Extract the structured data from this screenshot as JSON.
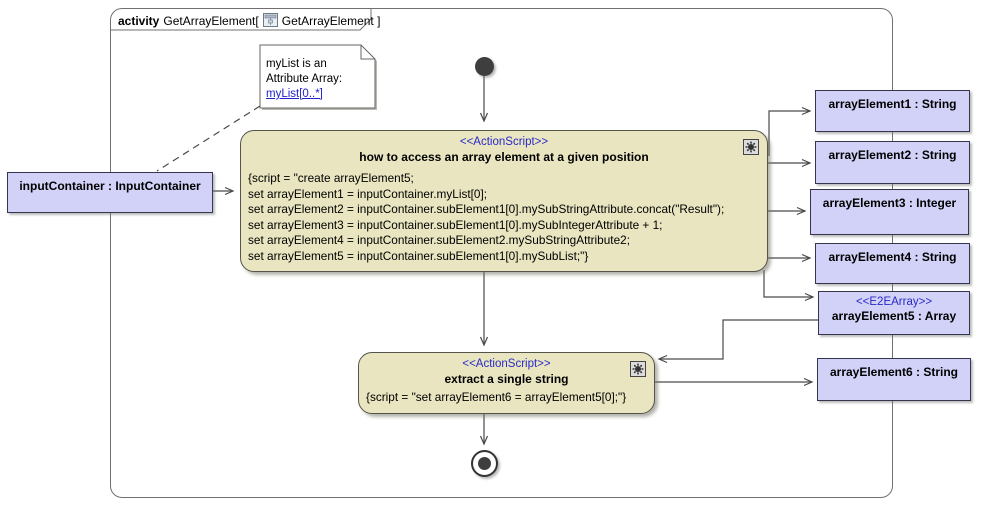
{
  "frame": {
    "keyword": "activity",
    "name_part": "GetArrayElement[",
    "diagram_part": "GetArrayElement ]"
  },
  "note": {
    "line1": "myList is an",
    "line2": "Attribute Array:",
    "link": "myList[0..*]"
  },
  "input_object": {
    "label": "inputContainer : InputContainer"
  },
  "action1": {
    "stereotype": "<<ActionScript>>",
    "title": "how to access an array element at a given position",
    "script_lines": [
      "{script = \"create arrayElement5;",
      "set arrayElement1 = inputContainer.myList[0];",
      "set arrayElement2 = inputContainer.subElement1[0].mySubStringAttribute.concat(\"Result\");",
      "set arrayElement3 = inputContainer.subElement1[0].mySubIntegerAttribute + 1;",
      "set arrayElement4 = inputContainer.subElement2.mySubStringAttribute2;",
      "set arrayElement5 = inputContainer.subElement1[0].mySubList;\"}"
    ]
  },
  "action2": {
    "stereotype": "<<ActionScript>>",
    "title": "extract a single string",
    "script": "{script = \"set arrayElement6 = arrayElement5[0];\"}"
  },
  "outputs": [
    {
      "label": "arrayElement1 : String"
    },
    {
      "label": "arrayElement2 : String"
    },
    {
      "label": "arrayElement3 : Integer"
    },
    {
      "label": "arrayElement4 : String"
    },
    {
      "stereotype": "<<E2EArray>>",
      "label": "arrayElement5 : Array"
    },
    {
      "label": "arrayElement6 : String"
    }
  ],
  "colors": {
    "action_fill": "#e8e5c0",
    "object_fill": "#d2d2f8",
    "stereotype_blue": "#2929c8",
    "link_blue": "#2222cc",
    "edge_gray": "#4a4a4a"
  }
}
